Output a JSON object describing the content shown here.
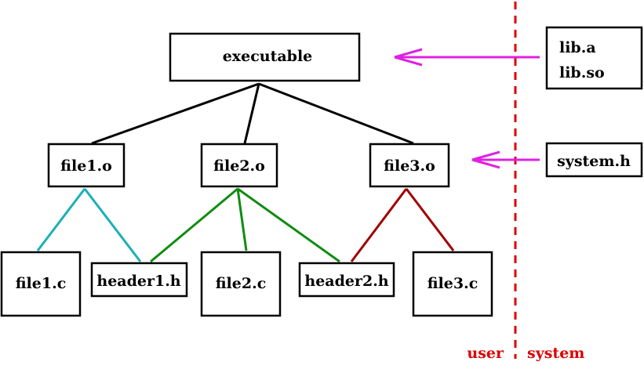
{
  "nodes": {
    "executable": "executable",
    "file1_o": "file1.o",
    "file2_o": "file2.o",
    "file3_o": "file3.o",
    "file1_c": "file1.c",
    "header1_h": "header1.h",
    "file2_c": "file2.c",
    "header2_h": "header2.h",
    "file3_c": "file3.c",
    "lib_a": "lib.a",
    "lib_so": "lib.so",
    "system_h": "system.h"
  },
  "regions": {
    "user": "user",
    "system": "system"
  },
  "colors": {
    "edge_object_to_executable": "#000000",
    "edge_file1": "#1ab0b8",
    "edge_file2": "#108c10",
    "edge_file3": "#a00000",
    "system_arrow": "#e020e0",
    "boundary": "#dd0000"
  }
}
